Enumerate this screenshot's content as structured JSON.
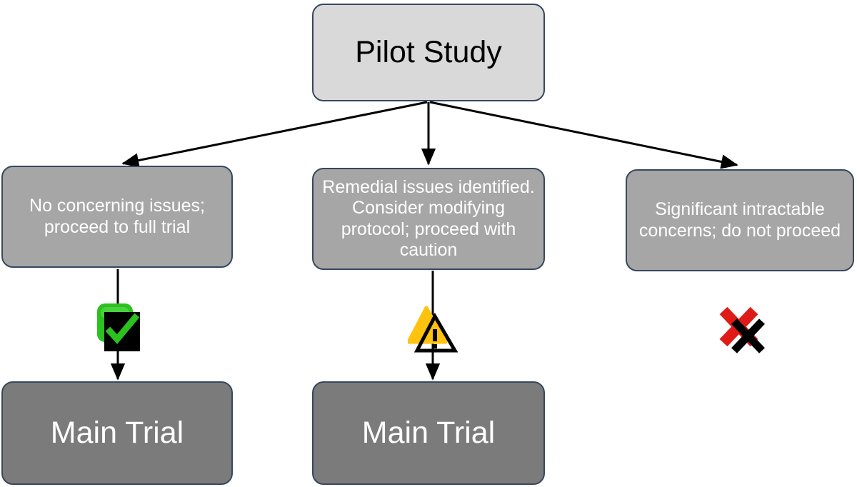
{
  "diagram": {
    "title": "Pilot Study outcome decision flowchart",
    "colors": {
      "root_fill": "#D9D9D9",
      "branch_fill": "#A6A6A6",
      "terminal_fill": "#7B7B7B",
      "node_border": "#38475F",
      "edge": "#000000",
      "background": "#FFFFFF",
      "ok_green": "#2BC11E",
      "ok_dark": "#000000",
      "warning_yellow": "#FFC20E",
      "stop_red": "#E01B17",
      "stop_black": "#000000"
    },
    "root": {
      "id": "pilot-study",
      "label": "Pilot Study"
    },
    "branches": [
      {
        "id": "outcome-left",
        "label": "No concerning issues; proceed to full trial",
        "icon": "check-ok-icon",
        "icon_meaning": "proceed",
        "terminal": {
          "id": "main-trial-left",
          "label": "Main Trial"
        }
      },
      {
        "id": "outcome-middle",
        "label": "Remedial issues identified. Consider modifying protocol; proceed with caution",
        "icon": "warning-caution-icon",
        "icon_meaning": "caution",
        "terminal": {
          "id": "main-trial-middle",
          "label": "Main Trial"
        }
      },
      {
        "id": "outcome-right",
        "label": "Significant intractable concerns; do not proceed",
        "icon": "cross-stop-icon",
        "icon_meaning": "do-not-proceed",
        "terminal": null
      }
    ]
  }
}
